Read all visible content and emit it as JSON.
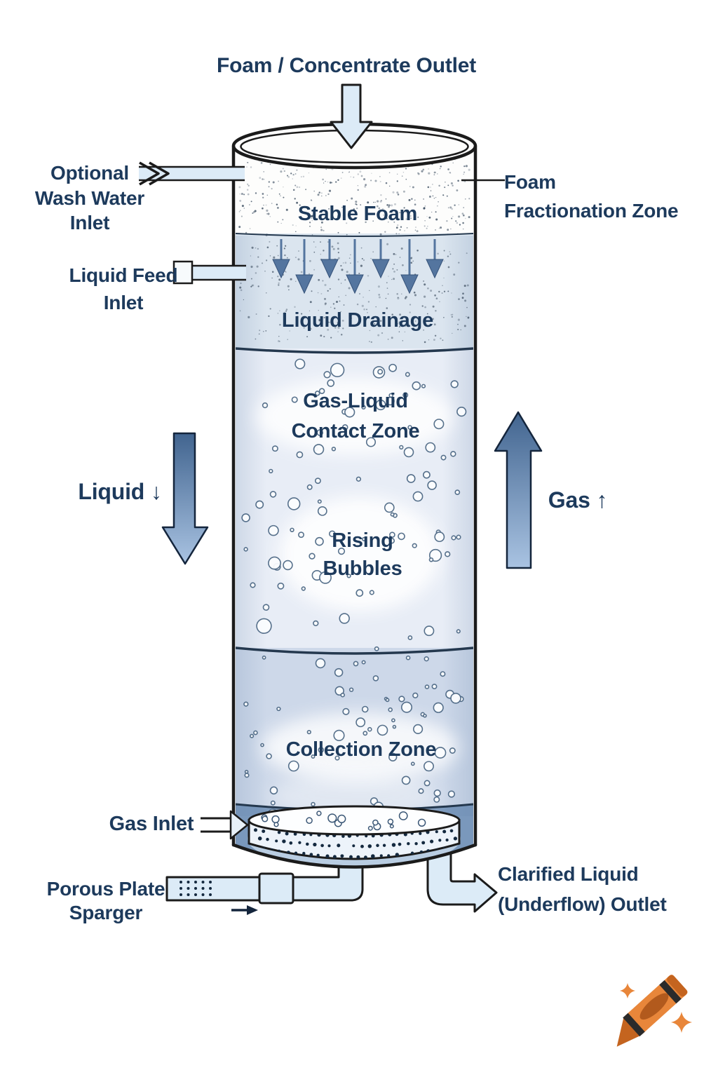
{
  "labels": {
    "foam_outlet": "Foam / Concentrate Outlet",
    "wash_water_inlet": "Optional\nWash Water\nInlet",
    "liquid_feed_inlet": "Liquid Feed\nInlet",
    "foam_fractionation_zone": "Foam\nFractionation Zone",
    "stable_foam": "Stable Foam",
    "liquid_drainage": "Liquid Drainage",
    "gas_liquid_contact_zone": "Gas-Liquid\nContact Zone",
    "rising_bubbles": "Rising\nBubbles",
    "collection_zone": "Collection Zone",
    "liquid_downflow": "Liquid ↓",
    "gas_upflow": "Gas ↑",
    "gas_inlet": "Gas Inlet",
    "porous_plate_sparger": "Porous Plate\nSparger",
    "clarified_liquid_outlet": "Clarified Liquid\n(Underflow) Outlet"
  },
  "colors": {
    "text": "#1d3a5c",
    "outline": "#1b1b1b",
    "flow_arrow_dark": "#41648f",
    "flow_arrow_light": "#a9c3e2",
    "drainage_arrow": "#54759f",
    "pipe_fill": "#dcebf7",
    "foam_zone_bg": "#fdfdfc",
    "drainage_zone_bg": "#dbe5ef",
    "contact_zone_bg": "#e8edf6",
    "collection_zone_bg": "#cdd8e9",
    "basin_bg": "#7a98bc",
    "basin_inner": "#b9cde2",
    "plate_fill": "#edf3fa",
    "crayon_orange": "#e8863a"
  }
}
